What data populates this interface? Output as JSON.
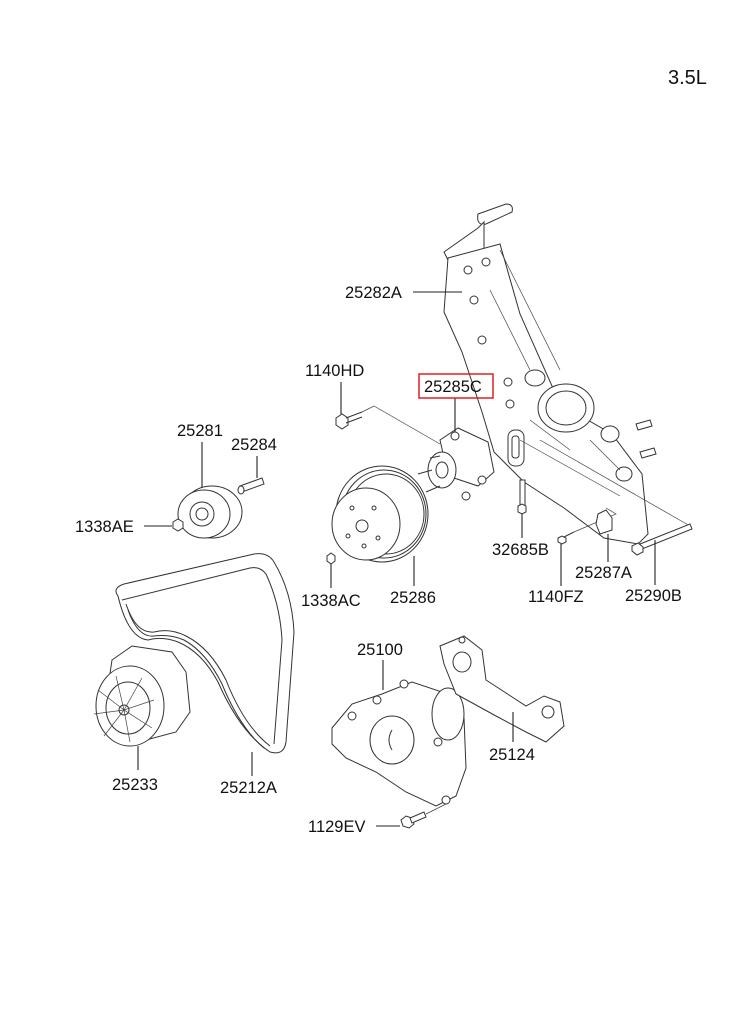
{
  "diagram": {
    "variant_label": "3.5L",
    "highlight_color": "#e02020",
    "highlighted_part": "25285C",
    "parts": [
      {
        "id": "bracket",
        "number": "25282A",
        "name": "bracket-assembly"
      },
      {
        "id": "hub",
        "number": "25285C",
        "name": "fan-pulley-hub",
        "highlighted": true
      },
      {
        "id": "bolt_hd",
        "number": "1140HD",
        "name": "bolt"
      },
      {
        "id": "idler",
        "number": "25281",
        "name": "idler-pulley"
      },
      {
        "id": "idler_pin",
        "number": "25284",
        "name": "idler-pin"
      },
      {
        "id": "nut_ae",
        "number": "1338AE",
        "name": "nut"
      },
      {
        "id": "bolt_b",
        "number": "32685B",
        "name": "bolt"
      },
      {
        "id": "bolt_fz",
        "number": "1140FZ",
        "name": "bolt"
      },
      {
        "id": "bracket_a",
        "number": "25287A",
        "name": "bracket"
      },
      {
        "id": "bolt_long",
        "number": "25290B",
        "name": "long-bolt"
      },
      {
        "id": "nut_ac",
        "number": "1338AC",
        "name": "nut"
      },
      {
        "id": "pulley",
        "number": "25286",
        "name": "fan-pulley"
      },
      {
        "id": "pump",
        "number": "25100",
        "name": "water-pump"
      },
      {
        "id": "gasket",
        "number": "25124",
        "name": "gasket"
      },
      {
        "id": "fan_clutch",
        "number": "25233",
        "name": "fan-clutch"
      },
      {
        "id": "belt",
        "number": "25212A",
        "name": "v-ribbed-belt"
      },
      {
        "id": "bolt_ev",
        "number": "1129EV",
        "name": "bolt"
      }
    ]
  }
}
